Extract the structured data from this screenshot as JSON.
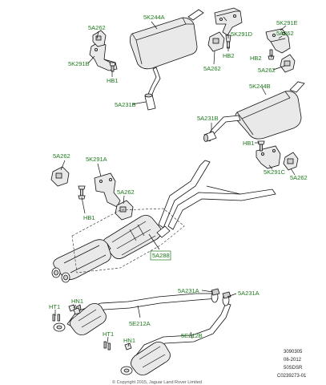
{
  "labels": {
    "k244a": "5K244A",
    "k244b": "5K244B",
    "k291e": "5K291E",
    "k291d": "5K291D",
    "k291b": "5K291B",
    "k291a": "5K291A",
    "k291c": "5K291C",
    "a262_tl": "5A262",
    "a262_hb1top": "5A262",
    "a262_hb2": "5A262",
    "a262_right": "5A262",
    "a262_rlow": "5A262",
    "a262_left": "5A262",
    "a262_mid": "5A262",
    "hb1_top": "HB1",
    "hb1_mid": "HB1",
    "hb1_right": "HB1",
    "hb2_a": "HB2",
    "hb2_b": "HB2",
    "a231b_left": "5A231B",
    "a231b_right": "5A231B",
    "a288": "5A288",
    "a231a_left": "5A231A",
    "a231a_right": "5A231A",
    "e212a": "5E212A",
    "e212b": "5E212B",
    "ht1_a": "HT1",
    "ht1_b": "HT1",
    "hn1_a": "HN1",
    "hn1_b": "HN1"
  },
  "reference": {
    "line1": "3090305",
    "line2": "06-2012",
    "line3": "50SDSR",
    "line4": "C0239273-01"
  },
  "copyright": "© Copyright 2015, Jaguar Land Rover Limited"
}
